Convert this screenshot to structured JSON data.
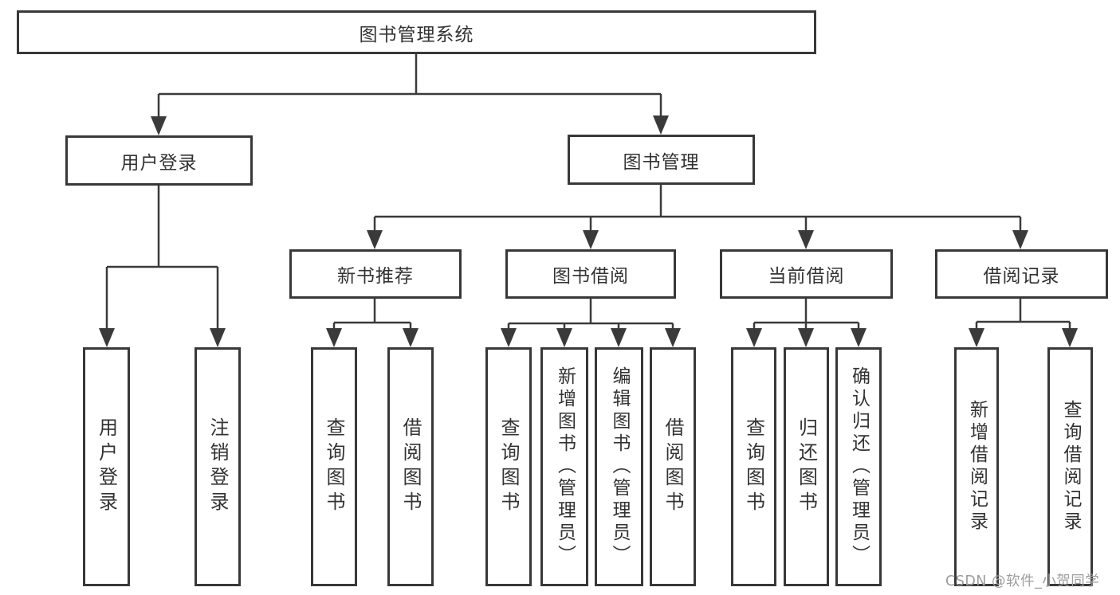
{
  "tree": {
    "label": "图书管理系统",
    "children": [
      {
        "label": "用户登录",
        "children": [
          {
            "label": "用户登录"
          },
          {
            "label": "注销登录"
          }
        ]
      },
      {
        "label": "图书管理",
        "children": [
          {
            "label": "新书推荐",
            "children": [
              {
                "label": "查询图书"
              },
              {
                "label": "借阅图书"
              }
            ]
          },
          {
            "label": "图书借阅",
            "children": [
              {
                "label": "查询图书"
              },
              {
                "label": "新增图书（管理员）"
              },
              {
                "label": "编辑图书（管理员）"
              },
              {
                "label": "借阅图书"
              }
            ]
          },
          {
            "label": "当前借阅",
            "children": [
              {
                "label": "查询图书"
              },
              {
                "label": "归还图书"
              },
              {
                "label": "确认归还（管理员）"
              }
            ]
          },
          {
            "label": "借阅记录",
            "children": [
              {
                "label": "新增借阅记录"
              },
              {
                "label": "查询借阅记录"
              }
            ]
          }
        ]
      }
    ]
  },
  "watermark": {
    "text": "CSDN @软件_小贺同学"
  },
  "colors": {
    "line": "#3a3a3a",
    "box_border": "#383838",
    "text": "#333333",
    "watermark": "#9d9d9d"
  }
}
